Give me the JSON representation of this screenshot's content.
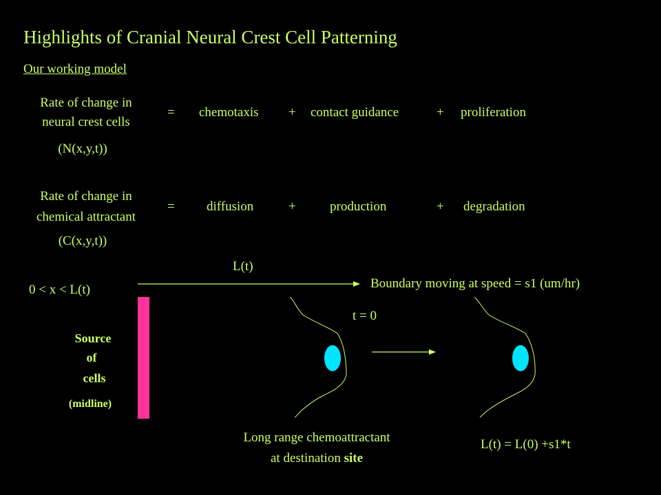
{
  "title": "Highlights of Cranial Neural Crest Cell Patterning",
  "subtitle": "Our working model",
  "equation1": {
    "lhs_line1": "Rate of change in",
    "lhs_line2": "neural crest cells",
    "lhs_symbol": "(N(x,y,t))",
    "equals": "=",
    "term1": "chemotaxis",
    "plus1": "+",
    "term2": "contact guidance",
    "plus2": "+",
    "term3": "proliferation"
  },
  "equation2": {
    "lhs_line1": "Rate of change in",
    "lhs_line2": "chemical attractant",
    "lhs_symbol": "(C(x,y,t))",
    "equals": "=",
    "term1": "diffusion",
    "plus1": "+",
    "term2": "production",
    "plus2": "+",
    "term3": "degradation"
  },
  "domain_label": "0 < x < L(t)",
  "length_label": "L(t)",
  "boundary_label": "Boundary moving at speed = s1 (um/hr)",
  "time_label": "t = 0",
  "source": {
    "line1": "Source",
    "line2": "of",
    "line3": "cells",
    "line4": "(midline)"
  },
  "chemo_caption": {
    "line1": "Long range chemoattractant",
    "line2_prefix": "at destination ",
    "line2_bold": "site"
  },
  "formula": "L(t) = L(0) +s1*t",
  "colors": {
    "text": "#ccff66",
    "background": "#000000",
    "source_bar": "#ff3399",
    "cell": "#00e5ff",
    "lines": "#ccff66"
  }
}
